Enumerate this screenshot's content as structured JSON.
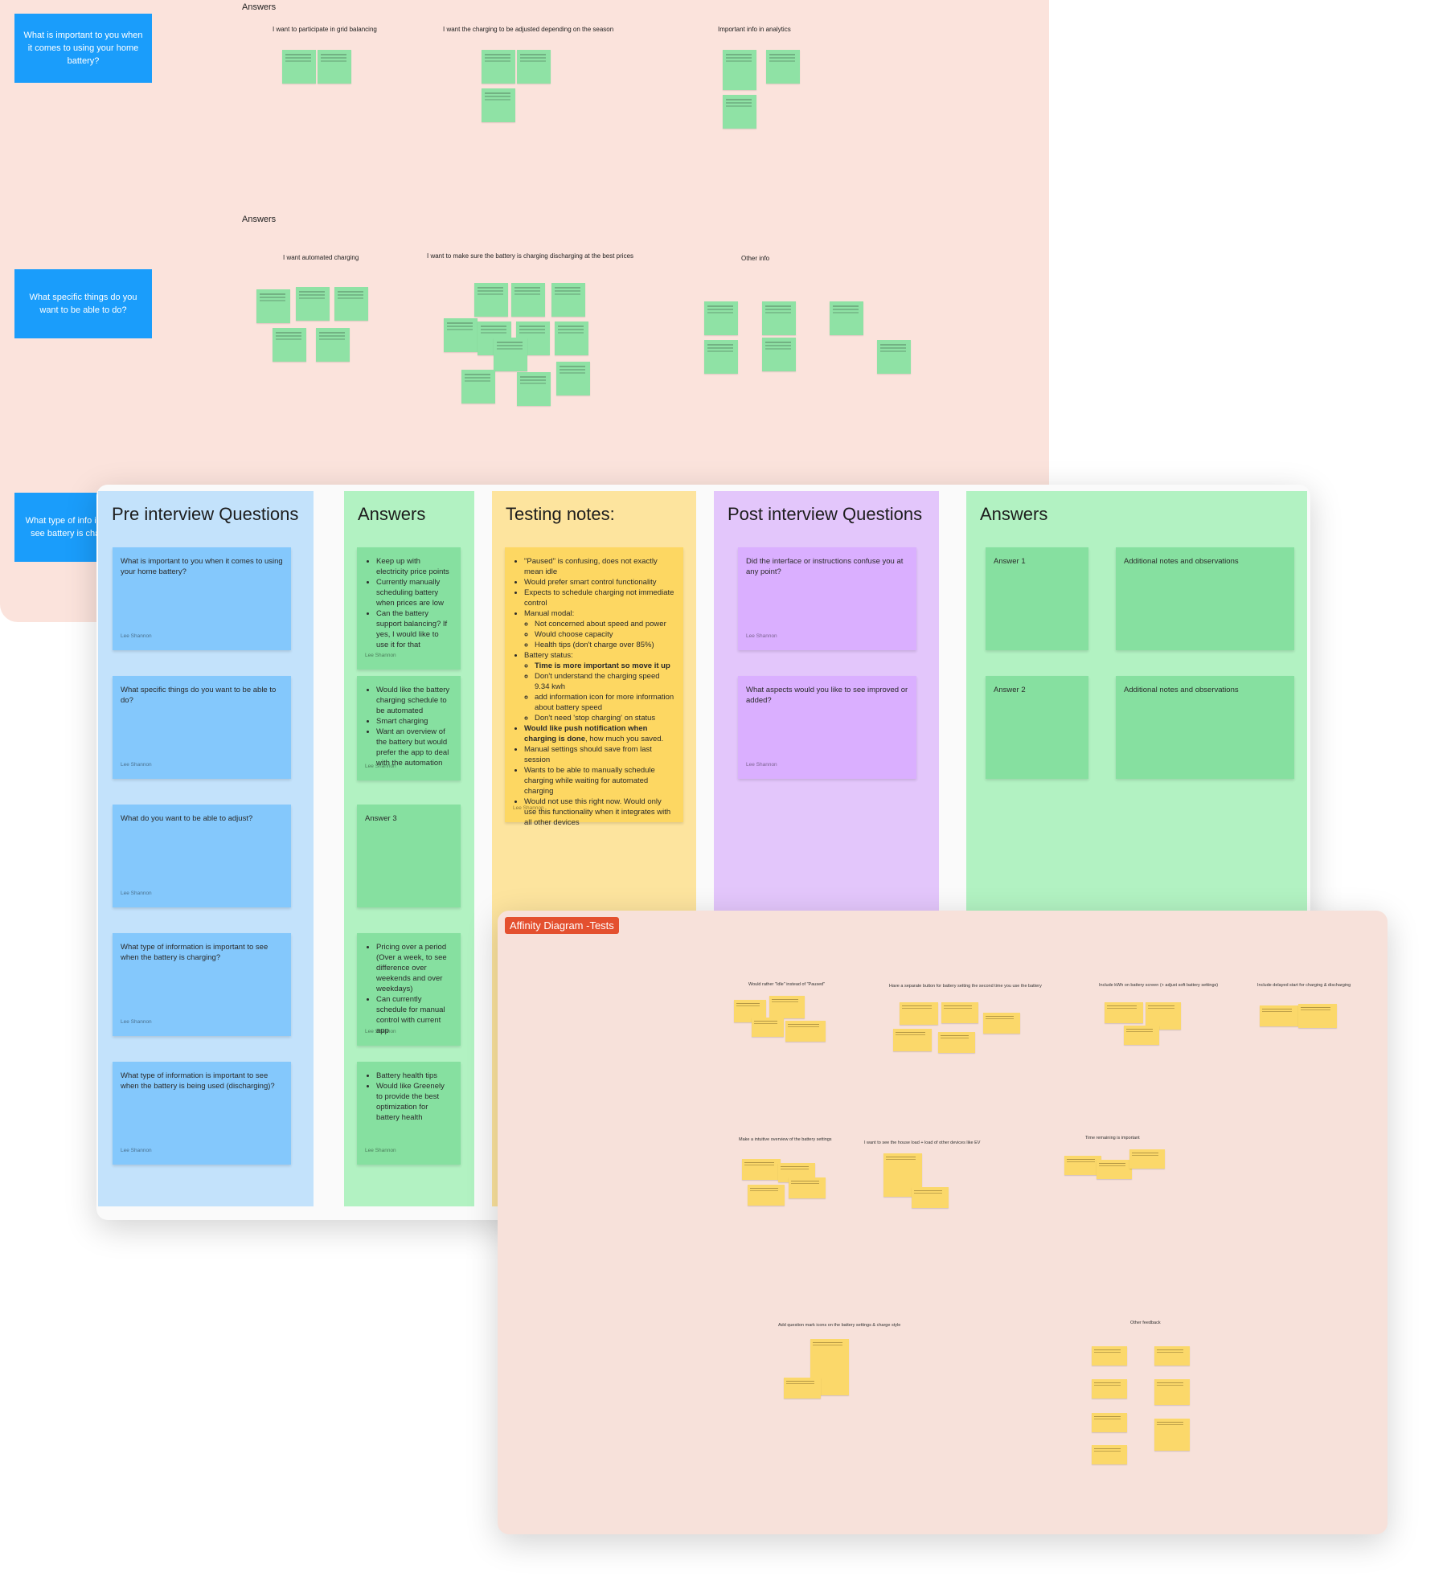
{
  "top_board": {
    "questions": [
      "What is important to you when it comes to using your home battery?",
      "What specific things do you want to be able to do?",
      "What type of info important to see battery is cha discharg"
    ],
    "answers_label_1": "Answers",
    "answers_label_2": "Answers",
    "themes": [
      "I want to participate in grid balancing",
      "I want the charging to be adjusted depending on the season",
      "Important info in analytics",
      "I want automated charging",
      "I want to make sure the battery is charging discharging at the best prices",
      "Other info"
    ]
  },
  "mid_board": {
    "col_pre": {
      "title": "Pre interview Questions",
      "cards": [
        "What is important to you when it comes to using your home battery?",
        "What specific things do you want to be able to do?",
        "What do you want to be able to adjust?",
        "What type of information is important to see when the battery is charging?",
        "What type of information is important to see when the battery is being used (discharging)?"
      ],
      "author": "Lee Shannon"
    },
    "col_answers": {
      "title": "Answers",
      "card1": [
        "Keep up with electricity price points",
        "Currently manually scheduling battery when prices are low",
        "Can the battery support balancing? If yes, I would like to use it for that"
      ],
      "card2": [
        "Would like the battery charging schedule to be automated",
        "Smart charging",
        "Want an overview of the battery but would prefer the app to deal with the automation"
      ],
      "card3": "Answer 3",
      "card4": [
        "Pricing over a period (Over a week, to see difference over weekends and over weekdays)",
        "Can currently schedule for manual control with current app"
      ],
      "card5": [
        "Battery health tips",
        "Would like Greenely to provide the best optimization for battery health"
      ],
      "author": "Lee Shannon"
    },
    "col_testing": {
      "title": "Testing notes:",
      "items": {
        "i1": "\"Paused\" is confusing, does not exactly mean idle",
        "i2": "Would prefer smart control functionality",
        "i3": "Expects to schedule charging not immediate control",
        "i4": "Manual modal:",
        "i4a": "Not concerned about speed and power",
        "i4b": "Would choose capacity",
        "i4c": "Health tips (don't charge over 85%)",
        "i5": "Battery status:",
        "i5a": "Time is more important so move it up",
        "i5b": "Don't understand the charging speed 9.34 kwh",
        "i5c": "add information icon for more information about battery speed",
        "i5d": "Don't need 'stop charging' on status",
        "i6_bold": "Would like push notification when charging is done",
        "i6_rest": ", how much you saved.",
        "i7": "Manual settings should save from last session",
        "i8": "Wants to be able to manually schedule charging while waiting for automated charging",
        "i9": "Would not use this right now. Would only use this functionality when it integrates with all other devices"
      },
      "author": "Lee Shannon"
    },
    "col_post": {
      "title": "Post interview Questions",
      "cards": [
        "Did the interface or instructions confuse you at any point?",
        "What aspects would you like to see improved or added?"
      ],
      "author": "Lee Shannon"
    },
    "col_answers2": {
      "title": "Answers",
      "cards": [
        "Answer 1",
        "Additional notes and observations",
        "Answer 2",
        "Additional notes and observations"
      ]
    }
  },
  "affinity": {
    "title": "Affinity Diagram -Tests",
    "groups": [
      "Would rather \"Idle\" instead of \"Paused\"",
      "Have a separate button for battery setting the second time you use the battery",
      "Include kWh on battery screen (+ adjust soft battery settings)",
      "Include delayed start for charging & discharging",
      "Make a intuitive overview of the battery settings",
      "I want to see the house load + load of other devices like EV",
      "Time remaining is important",
      "Add question mark icons on the battery settings & charge style",
      "Other feedback"
    ]
  },
  "colors": {
    "top_bg": "#fbe3dc",
    "question_blue": "#1a9dfb",
    "mini_green": "#8fe2a5",
    "col_pre_bg": "#c3e2fb",
    "card_pre": "#84c8fc",
    "col_answers_bg": "#b2f2c2",
    "card_answers": "#86e0a0",
    "col_testing_bg": "#fde49e",
    "card_testing": "#fdd762",
    "col_post_bg": "#e3c6fb",
    "card_post": "#daafff",
    "affinity_bg": "#f7e1da",
    "affinity_badge": "#e4502f",
    "affinity_sticky": "#fbd86a"
  }
}
